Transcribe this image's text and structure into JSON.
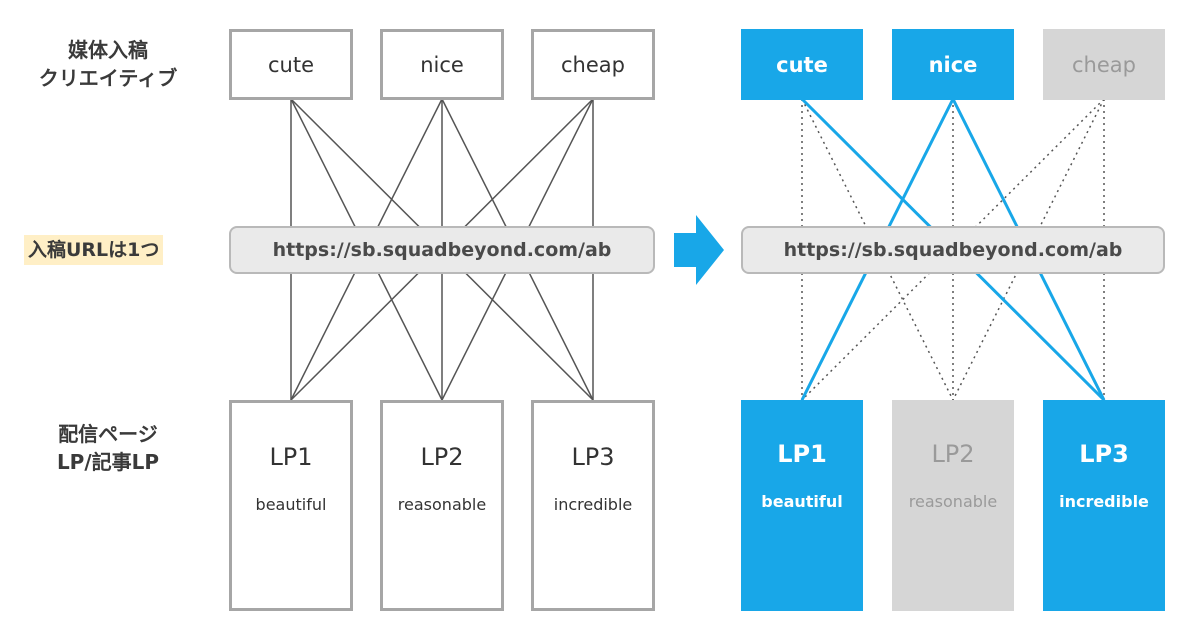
{
  "labels": {
    "creative_line1": "媒体入稿",
    "creative_line2": "クリエイティブ",
    "url": "入稿URLは1つ",
    "pages_line1": "配信ページ",
    "pages_line2": "LP/記事LP"
  },
  "left": {
    "creatives": [
      "cute",
      "nice",
      "cheap"
    ],
    "url": "https://sb.squadbeyond.com/ab",
    "lps": [
      {
        "title": "LP1",
        "sub": "beautiful"
      },
      {
        "title": "LP2",
        "sub": "reasonable"
      },
      {
        "title": "LP3",
        "sub": "incredible"
      }
    ]
  },
  "right": {
    "creatives": [
      "cute",
      "nice",
      "cheap"
    ],
    "url": "https://sb.squadbeyond.com/ab",
    "lps": [
      {
        "title": "LP1",
        "sub": "beautiful"
      },
      {
        "title": "LP2",
        "sub": "reasonable"
      },
      {
        "title": "LP3",
        "sub": "incredible"
      }
    ],
    "active_creatives": [
      true,
      true,
      false
    ],
    "active_lps": [
      true,
      false,
      true
    ]
  },
  "colors": {
    "active": "#18a7e8",
    "inactive": "#d6d6d6",
    "outline": "#a6a6a6",
    "url_highlight": "#ffefc6"
  },
  "icons": {
    "transition_arrow": "arrow-right-icon"
  }
}
